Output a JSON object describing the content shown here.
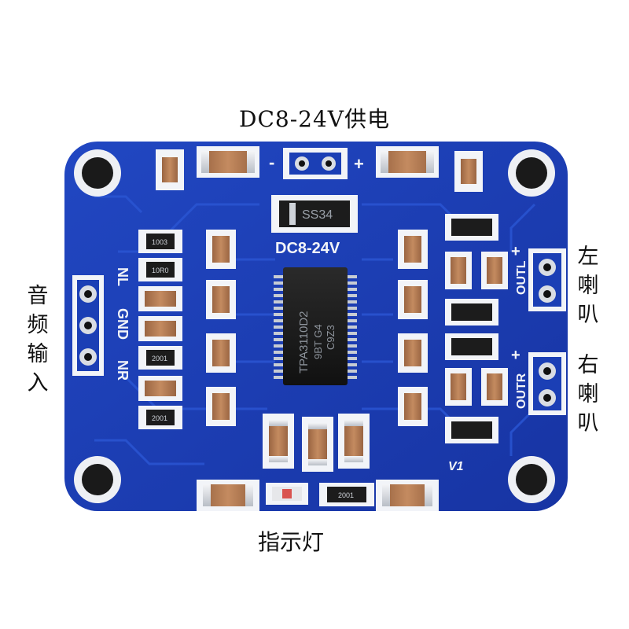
{
  "labels": {
    "power": "DC8-24V供电",
    "indicator": "指示灯",
    "audio_input": [
      "音",
      "频",
      "输",
      "入"
    ],
    "left_speaker": [
      "左",
      "喇",
      "叭"
    ],
    "right_speaker": [
      "右",
      "喇",
      "叭"
    ]
  },
  "silkscreen": {
    "board_voltage": "DC8-24V",
    "diode": "SS34",
    "chip_line1": "TPA3110D2",
    "chip_line2": "9BT G4",
    "chip_line3": "C9Z3",
    "nl": "NL",
    "gnd": "GND",
    "nr": "NR",
    "out_l": "OUTL",
    "out_r": "OUTR",
    "minus": "-",
    "plus": "+",
    "plus_left": "+",
    "plus_right": "+",
    "v1": "V1",
    "r_1003": "1003",
    "r_10r0": "10R0",
    "r_2001_a": "2001",
    "r_2001_b": "2001",
    "r_2001_c": "2001"
  },
  "colors": {
    "pcb": "#1b3fb5",
    "pcb_dark": "#12308f",
    "pad_white": "#f2f4f8",
    "capacitor": "#b07a52",
    "solder": "#d9dde3",
    "chip": "#1c1c1c"
  }
}
